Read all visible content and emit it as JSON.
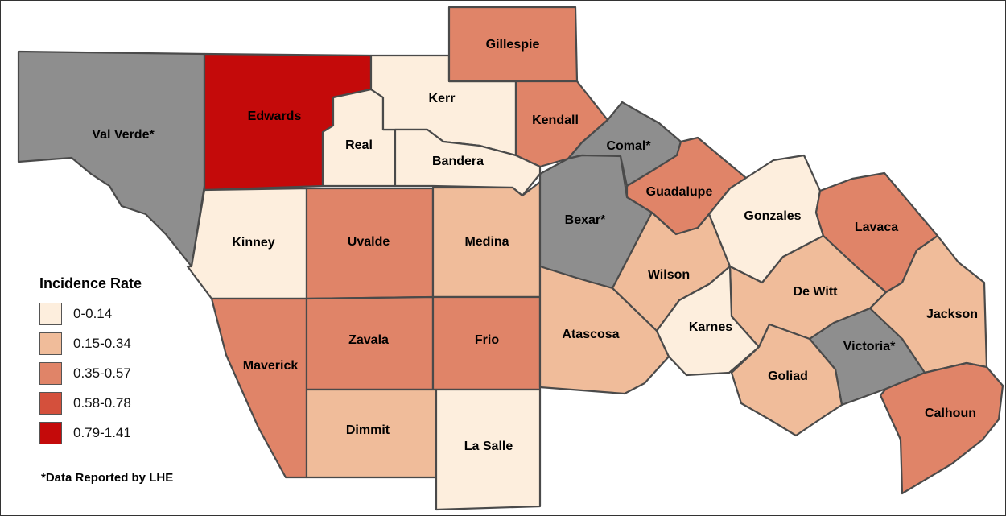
{
  "colors": {
    "class0": "#fdeedd",
    "class1": "#f0bc9a",
    "class2": "#e08468",
    "class3": "#d4503c",
    "class4": "#c40a0a",
    "nodata": "#8e8e8e"
  },
  "legend": {
    "title": "Incidence Rate",
    "items": [
      {
        "label": "0-0.14",
        "color": "#fdeedd"
      },
      {
        "label": "0.15-0.34",
        "color": "#f0bc9a"
      },
      {
        "label": "0.35-0.57",
        "color": "#e08468"
      },
      {
        "label": "0.58-0.78",
        "color": "#d4503c"
      },
      {
        "label": "0.79-1.41",
        "color": "#c40a0a"
      }
    ]
  },
  "note": "*Data Reported by LHE",
  "counties": [
    {
      "name": "Val Verde*",
      "class": "nodata"
    },
    {
      "name": "Edwards",
      "class": "class4"
    },
    {
      "name": "Real",
      "class": "class0"
    },
    {
      "name": "Kerr",
      "class": "class0"
    },
    {
      "name": "Gillespie",
      "class": "class2"
    },
    {
      "name": "Kendall",
      "class": "class2"
    },
    {
      "name": "Bandera",
      "class": "class0"
    },
    {
      "name": "Comal*",
      "class": "nodata"
    },
    {
      "name": "Guadalupe",
      "class": "class2"
    },
    {
      "name": "Gonzales",
      "class": "class0"
    },
    {
      "name": "Lavaca",
      "class": "class2"
    },
    {
      "name": "Kinney",
      "class": "class0"
    },
    {
      "name": "Uvalde",
      "class": "class2"
    },
    {
      "name": "Medina",
      "class": "class1"
    },
    {
      "name": "Bexar*",
      "class": "nodata"
    },
    {
      "name": "Wilson",
      "class": "class1"
    },
    {
      "name": "De Witt",
      "class": "class1"
    },
    {
      "name": "Jackson",
      "class": "class1"
    },
    {
      "name": "Maverick",
      "class": "class2"
    },
    {
      "name": "Zavala",
      "class": "class2"
    },
    {
      "name": "Frio",
      "class": "class2"
    },
    {
      "name": "Atascosa",
      "class": "class1"
    },
    {
      "name": "Karnes",
      "class": "class0"
    },
    {
      "name": "Victoria*",
      "class": "nodata"
    },
    {
      "name": "Goliad",
      "class": "class1"
    },
    {
      "name": "Calhoun",
      "class": "class2"
    },
    {
      "name": "Dimmit",
      "class": "class1"
    },
    {
      "name": "La Salle",
      "class": "class0"
    }
  ]
}
